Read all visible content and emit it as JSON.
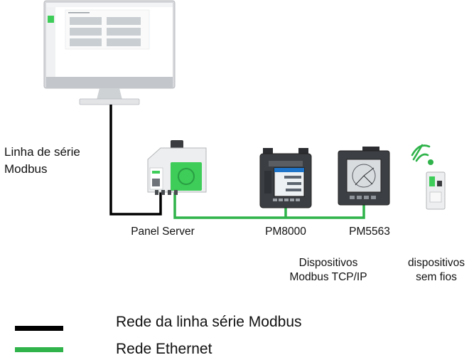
{
  "labels": {
    "serial_line": [
      "Linha de série",
      "Modbus"
    ],
    "panel_server": "Panel Server",
    "pm8000": "PM8000",
    "pm5563": "PM5563",
    "tcp_devices": [
      "Dispositivos",
      "Modbus TCP/IP"
    ],
    "wireless_devices": [
      "dispositivos",
      "sem fios"
    ]
  },
  "legend": [
    {
      "label": "Rede da linha série Modbus",
      "color": "#000000"
    },
    {
      "label": "Rede Ethernet",
      "color": "#2fb34a"
    }
  ],
  "colors": {
    "serial": "#000000",
    "ethernet": "#2fb34a",
    "brand_green": "#3dcd58",
    "wireless_icon": "#2fb34a"
  },
  "icons": [
    "monitor-icon",
    "panel-server-icon",
    "pm8000-meter-icon",
    "pm5563-meter-icon",
    "wireless-signal-icon",
    "wireless-breaker-icon"
  ]
}
